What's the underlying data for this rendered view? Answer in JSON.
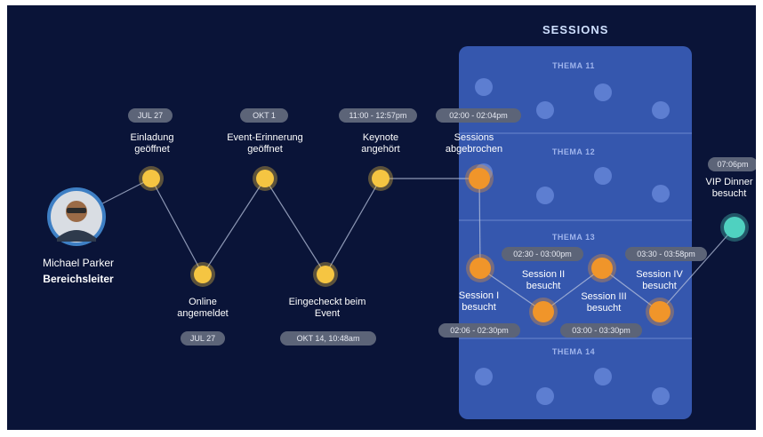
{
  "diagram": {
    "sessions_title": "SESSIONS",
    "themes": [
      "THEMA 11",
      "THEMA 12",
      "THEMA 13",
      "THEMA 14"
    ],
    "person": {
      "name": "Michael Parker",
      "role": "Bereichsleiter",
      "avatar": "avatar-person"
    },
    "steps": [
      {
        "id": "einladung",
        "label": "Einladung geöffnet",
        "time": "JUL 27"
      },
      {
        "id": "online",
        "label": "Online angemeldet",
        "time": "JUL 27"
      },
      {
        "id": "erinnerung",
        "label": "Event-Erinnerung geöffnet",
        "time": "OKT 1"
      },
      {
        "id": "eingecheckt",
        "label": "Eingecheckt beim Event",
        "time": "OKT 14, 10:48am"
      },
      {
        "id": "keynote",
        "label": "Keynote angehört",
        "time": "11:00 - 12:57pm"
      },
      {
        "id": "abgebrochen",
        "label": "Sessions abgebrochen",
        "time": "02:00 - 02:04pm"
      },
      {
        "id": "session1",
        "label": "Session I besucht",
        "time": "02:06 - 02:30pm"
      },
      {
        "id": "session2",
        "label": "Session II besucht",
        "time": "02:30 - 03:00pm"
      },
      {
        "id": "session3",
        "label": "Session III besucht",
        "time": "03:00 - 03:30pm"
      },
      {
        "id": "session4",
        "label": "Session IV besucht",
        "time": "03:30 - 03:58pm"
      },
      {
        "id": "vip",
        "label": "VIP Dinner besucht",
        "time": "07:06pm"
      }
    ],
    "colors": {
      "background": "#0a1438",
      "panel": "#3f66c8",
      "yellow_node": "#f5c542",
      "orange_node": "#f0952a",
      "teal_node": "#4fd1c0",
      "pill": "#5c6478",
      "line": "#b8c3dd"
    }
  }
}
